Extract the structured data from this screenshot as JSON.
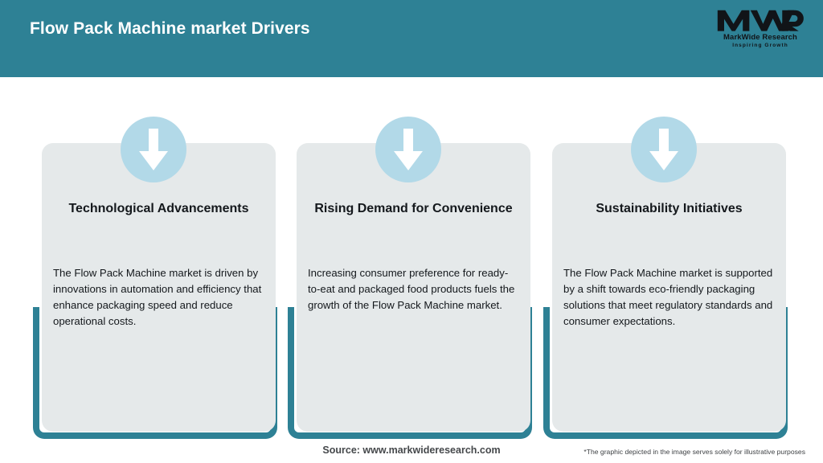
{
  "header": {
    "title": "Flow Pack Machine market Drivers",
    "background_color": "#2e8195",
    "title_color": "#ffffff"
  },
  "logo": {
    "mark_text": "MWR",
    "company_name": "MarkWide Research",
    "tagline": "Inspiring Growth"
  },
  "theme": {
    "accent_teal": "#2e8195",
    "card_background": "#e5e9ea",
    "icon_circle": "#b2d9e8",
    "icon_arrow": "#ffffff",
    "text_dark": "#14181c"
  },
  "cards": [
    {
      "icon": "arrow-down-icon",
      "title": "Technological Advancements",
      "body": "The Flow Pack Machine market is driven by innovations in automation and efficiency that enhance packaging speed and reduce operational costs."
    },
    {
      "icon": "arrow-down-icon",
      "title": "Rising Demand for Convenience",
      "body": "Increasing consumer preference for ready-to-eat and packaged food products fuels the growth of the Flow Pack Machine market."
    },
    {
      "icon": "arrow-down-icon",
      "title": "Sustainability Initiatives",
      "body": "The Flow Pack Machine market is supported by a shift towards eco-friendly packaging solutions that meet regulatory standards and consumer expectations."
    }
  ],
  "footer": {
    "source": "Source: www.markwideresearch.com",
    "disclaimer": "*The graphic depicted in the image serves solely for illustrative purposes"
  }
}
